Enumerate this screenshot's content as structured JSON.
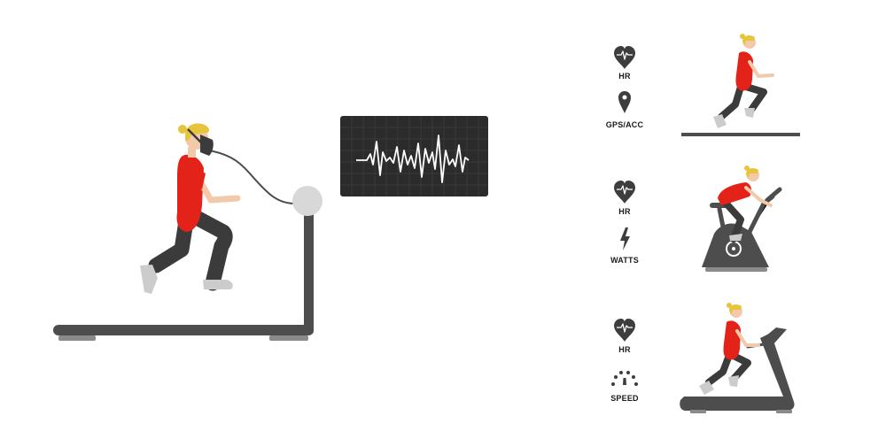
{
  "colors": {
    "shirt": "#e32219",
    "hair": "#e8c33c",
    "skin": "#f2c9a9",
    "pants": "#3b3b3b",
    "shoes": "#cccccc",
    "equipment": "#4d4d4d",
    "icon": "#3d3d3d",
    "monitor_bg": "#2b2b2b",
    "ecg_line": "#ffffff"
  },
  "lab_setup": {
    "monitor": {
      "graph": "ecg-waveform"
    }
  },
  "panels": [
    {
      "id": "outdoor-running",
      "activity": "running-outdoor",
      "metrics": [
        {
          "icon": "heart-rate-icon",
          "label": "HR"
        },
        {
          "icon": "location-pin-icon",
          "label": "GPS/ACC"
        }
      ]
    },
    {
      "id": "stationary-bike",
      "activity": "cycling-stationary-bike",
      "metrics": [
        {
          "icon": "heart-rate-icon",
          "label": "HR"
        },
        {
          "icon": "lightning-bolt-icon",
          "label": "WATTS"
        }
      ]
    },
    {
      "id": "treadmill",
      "activity": "running-treadmill",
      "metrics": [
        {
          "icon": "heart-rate-icon",
          "label": "HR"
        },
        {
          "icon": "speedometer-icon",
          "label": "SPEED"
        }
      ]
    }
  ]
}
